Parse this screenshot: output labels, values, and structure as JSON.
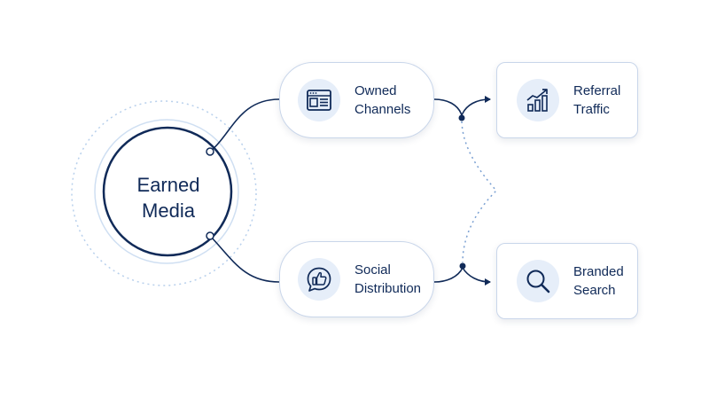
{
  "hub": {
    "line1": "Earned",
    "line2": "Media"
  },
  "nodes": {
    "owned": {
      "line1": "Owned",
      "line2": "Channels",
      "icon": "browser-window-icon"
    },
    "social": {
      "line1": "Social",
      "line2": "Distribution",
      "icon": "thumbs-up-chat-icon"
    },
    "referral": {
      "line1": "Referral",
      "line2": "Traffic",
      "icon": "bar-chart-growth-icon"
    },
    "branded": {
      "line1": "Branded",
      "line2": "Search",
      "icon": "search-magnifier-icon"
    }
  },
  "colors": {
    "ink": "#102a58",
    "node_border": "#c9d6ea",
    "icon_background": "#e6eef9",
    "ring": "#a9c4e4",
    "dotted_ring": "#b8d0ec"
  }
}
